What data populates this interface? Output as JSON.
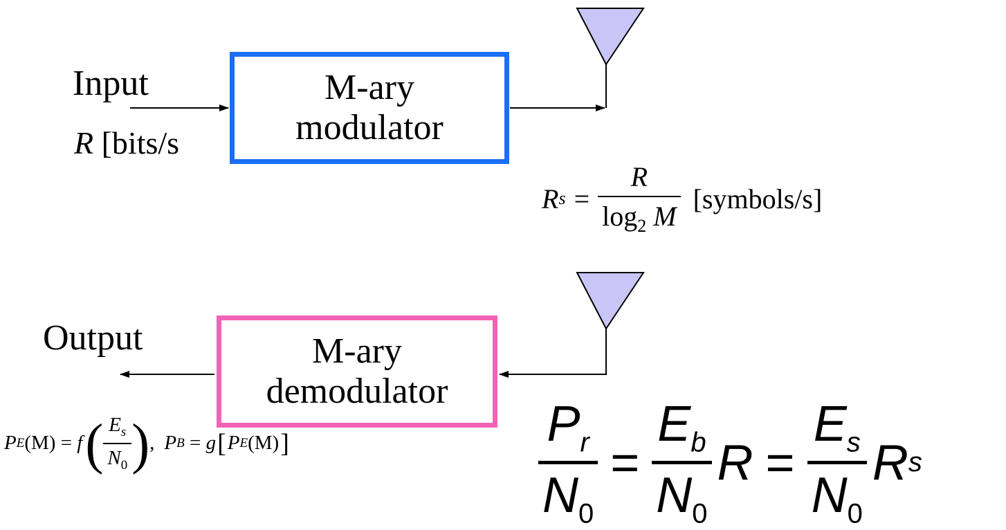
{
  "transmitter": {
    "input_label": "Input",
    "rate_symbol": "R",
    "rate_unit_clipped": " [bits/s",
    "modulator_line1": "M-ary",
    "modulator_line2": "modulator",
    "symbol_rate_lhs": "R",
    "symbol_rate_sub": "s",
    "symbol_rate_eq": "=",
    "symbol_rate_num": "R",
    "symbol_rate_den_log": "log",
    "symbol_rate_den_base": "2",
    "symbol_rate_den_M": "M",
    "symbol_rate_unit": "[symbols/s]"
  },
  "receiver": {
    "output_label": "Output",
    "demodulator_line1": "M-ary",
    "demodulator_line2": "demodulator",
    "pe_lhs_P": "P",
    "pe_lhs_sub": "E",
    "pe_lhs_arg": "(M) = ",
    "pe_f": "f",
    "pe_num_E": "E",
    "pe_num_sub": "s",
    "pe_den_N": "N",
    "pe_den_sub": "0",
    "pe_sep": ",",
    "pb_P": "P",
    "pb_sub": "B",
    "pb_eq": " = ",
    "pb_g": "g",
    "pb_arg_P": "P",
    "pb_arg_sub": "E",
    "pb_arg_rest": "(M)"
  },
  "power_equation": {
    "pr_num": "P",
    "pr_sub": "r",
    "n0_N": "N",
    "n0_sub": "0",
    "eq1": "=",
    "eb_num": "E",
    "eb_sub": "b",
    "R": "R",
    "eq2": "=",
    "es_num": "E",
    "es_sub": "s",
    "Rs": "R",
    "Rs_sub": "s"
  },
  "colors": {
    "modulator_border": "#1a6ff5",
    "demodulator_border": "#f263b6",
    "antenna_fill": "#c9c6f7"
  }
}
